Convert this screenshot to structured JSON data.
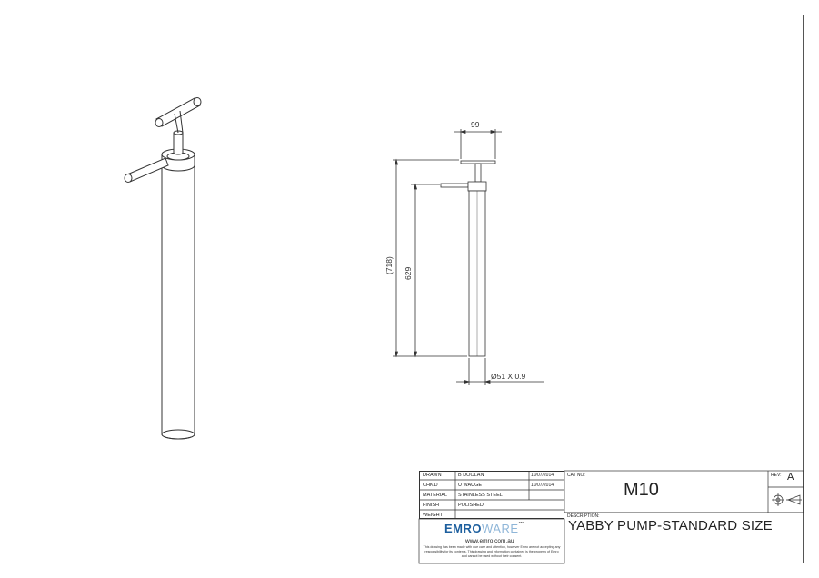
{
  "drawing": {
    "dimensions": {
      "width_top": "99",
      "overall_height": "(718)",
      "tube_height": "629",
      "diameter": "Ø51 X 0.9"
    }
  },
  "title_block": {
    "rows": [
      {
        "label": "DRAWN",
        "value": "B DOOLAN",
        "date": "10/07/2014"
      },
      {
        "label": "CHK'D",
        "value": "U WAUGE",
        "date": "10/07/2014"
      },
      {
        "label": "MATERIAL",
        "value": "STAINLESS STEEL",
        "date": ""
      },
      {
        "label": "FINISH",
        "value": "POLISHED",
        "date": ""
      },
      {
        "label": "WEIGHT",
        "value": "",
        "date": ""
      }
    ],
    "cat_no_label": "CAT NO:",
    "cat_no": "M10",
    "rev_label": "REV:",
    "rev": "A",
    "description_label": "DESCRIPTION:",
    "description": "YABBY PUMP-STANDARD SIZE",
    "logo_bold": "EMRO",
    "logo_light": "WARE",
    "logo_tm": "™",
    "website": "www.emro.com.au",
    "disclaimer": "This drawing has been made with due care and attention, however Emro are not accepting any responsibility for its contents. This drawing and information contained is the property of Emro and cannot be used without their consent."
  },
  "colors": {
    "line": "#333333",
    "logo_blue": "#1d5f9e",
    "logo_light": "#8fb6d8"
  }
}
